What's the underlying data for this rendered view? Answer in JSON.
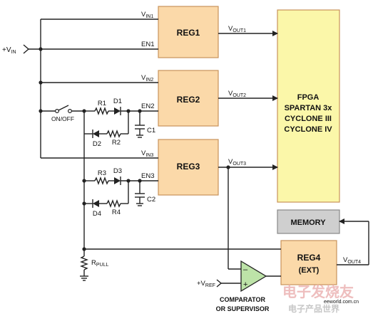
{
  "input": {
    "label": "+V",
    "sub": "IN"
  },
  "switch": {
    "label": "ON/OFF"
  },
  "regulators": [
    {
      "name": "REG1",
      "vin": "V",
      "vin_sub": "IN1",
      "en": "EN1",
      "vout": "V",
      "vout_sub": "OUT1"
    },
    {
      "name": "REG2",
      "vin": "V",
      "vin_sub": "IN2",
      "en": "EN2",
      "vout": "V",
      "vout_sub": "OUT2"
    },
    {
      "name": "REG3",
      "vin": "V",
      "vin_sub": "IN3",
      "en": "EN3",
      "vout": "V",
      "vout_sub": "OUT3"
    }
  ],
  "reg4": {
    "name": "REG4",
    "sub": "(EXT)",
    "vout": "V",
    "vout_sub": "OUT4"
  },
  "fpga": {
    "lines": [
      "FPGA",
      "SPARTAN 3x",
      "CYCLONE III",
      "CYCLONE IV"
    ]
  },
  "memory": {
    "label": "MEMORY"
  },
  "components": {
    "r1": "R1",
    "d1": "D1",
    "d2": "D2",
    "r2": "R2",
    "c1": "C1",
    "r3": "R3",
    "d3": "D3",
    "d4": "D4",
    "r4": "R4",
    "c2": "C2"
  },
  "rpull": {
    "label": "R",
    "sub": "PULL"
  },
  "vref": {
    "label": "+V",
    "sub": "REF"
  },
  "comparator": {
    "line1": "COMPARATOR",
    "line2": "OR SUPERVISOR",
    "minus": "–",
    "plus": "+"
  },
  "watermark": {
    "line1": "电子发烧友",
    "line2": "电子产品世界",
    "brand": "eeworld.com.cn"
  },
  "colors": {
    "block_fill": "#fbd9a9",
    "block_stroke": "#c9935a",
    "fpga_fill": "#fbf7a9",
    "memory_fill": "#cfcfcf",
    "wire": "#222222"
  }
}
